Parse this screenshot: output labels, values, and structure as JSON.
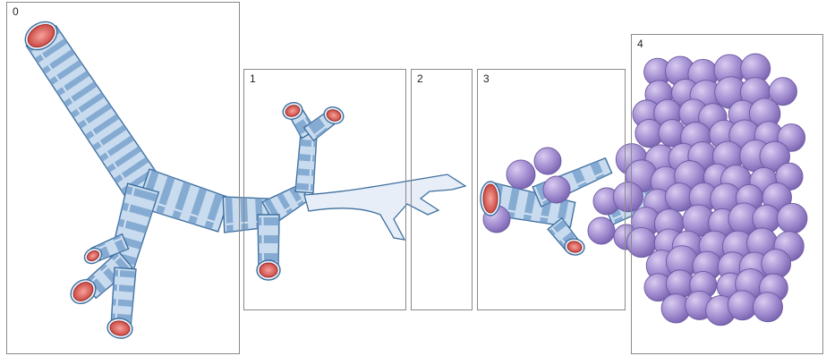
{
  "panels": [
    {
      "label": "0"
    },
    {
      "label": "1"
    },
    {
      "label": "2"
    },
    {
      "label": "3"
    },
    {
      "label": "4"
    }
  ],
  "colors": {
    "airway_fill": "#c9dcef",
    "airway_band": "#6f9bc8",
    "airway_band_light": "#e8f1fa",
    "airway_outline": "#3e6f9f",
    "lumen": "#d9534f",
    "lumen_inner": "#f08a84",
    "alveolus": "#9b86c9",
    "alveolus_light": "#c7b8e6",
    "alveolus_outline": "#6e5aa3",
    "panel_border": "#8a8a8a"
  }
}
